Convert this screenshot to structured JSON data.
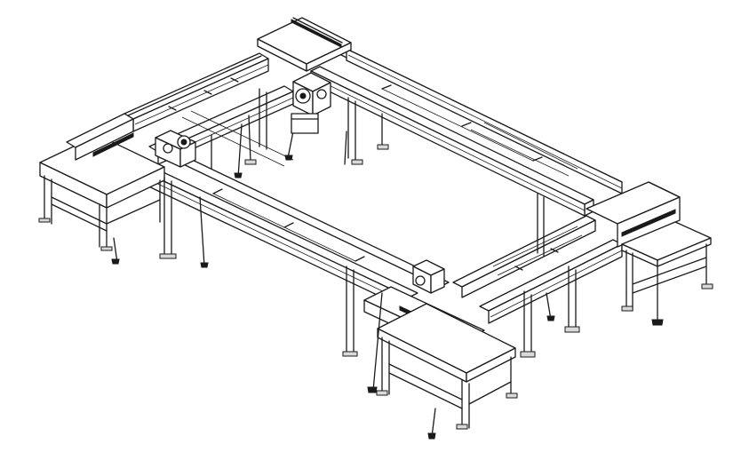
{
  "figure": {
    "subject": "rectangular-loop-conveyor-system",
    "style": "isometric-line-drawing",
    "line_color": "#1a1a1a",
    "background_color": "#ffffff"
  },
  "components": {
    "rail_beams": [
      "back-left-rail",
      "back-right-rail",
      "front-left-rail",
      "front-right-rail"
    ],
    "transfer_stations": [
      "left-station",
      "top-station",
      "right-station",
      "bottom-station"
    ],
    "drive_motors": [
      "top-motor",
      "left-motor",
      "bottom-motor"
    ]
  }
}
